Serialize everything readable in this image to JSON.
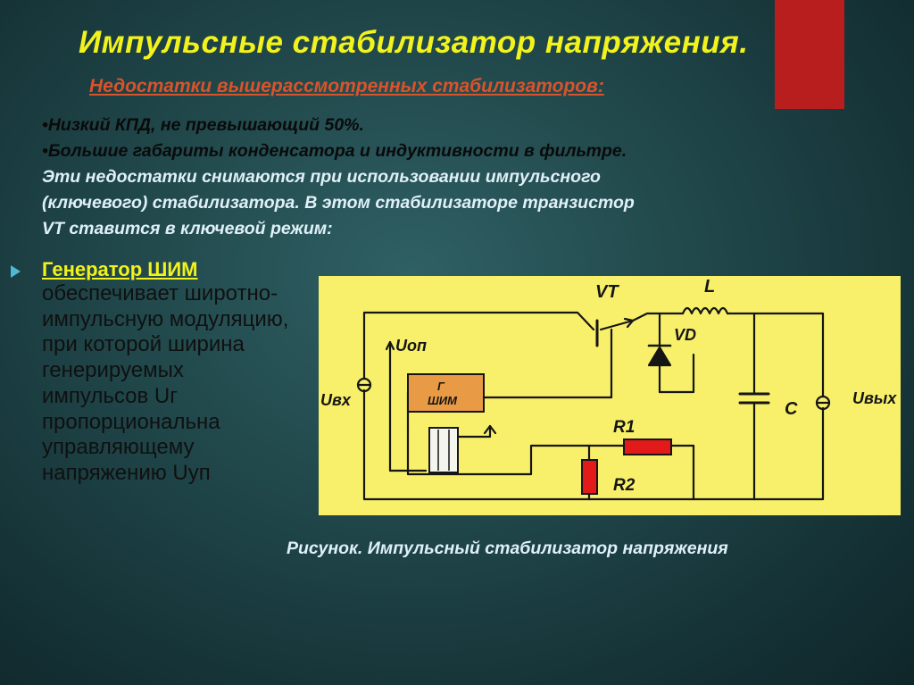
{
  "slide": {
    "title": "Импульсные стабилизатор напряжения.",
    "subtitle": "Недостатки вышерассмотренных стабилизаторов:",
    "bullets": [
      "•Низкий КПД, не превышающий 50%.",
      "•Большие габариты конденсатора и индуктивности в фильтре."
    ],
    "explanation": [
      "Эти недостатки снимаются при использовании импульсного",
      "(ключевого) стабилизатора. В этом стабилизаторе транзистор",
      "VT ставится в ключевой режим:"
    ],
    "pwm": {
      "heading": "Генератор ШИМ",
      "description": "обеспечивает широтно-импульсную модуляцию, при которой ширина генерируемых импульсов Uг пропорциональна управляющему напряжению Uуп"
    },
    "figure_caption": "Рисунок.  Импульсный стабилизатор напряжения",
    "colors": {
      "title": "#f2f21c",
      "subtitle": "#d9532b",
      "accent_bar": "#b81e1e",
      "figure_bg": "#f8f06a",
      "resistor": "#e21a1a",
      "pwm_box": "#e89a44"
    }
  },
  "circuit": {
    "transistor": "VT",
    "inductor": "L",
    "diode": "VD",
    "capacitor": "C",
    "resistor_1": "R1",
    "resistor_2": "R2",
    "input": "Uвх",
    "output": "Uвых",
    "reference": "Uоп",
    "pwm_line1": "Г",
    "pwm_line2": "ШИМ"
  }
}
